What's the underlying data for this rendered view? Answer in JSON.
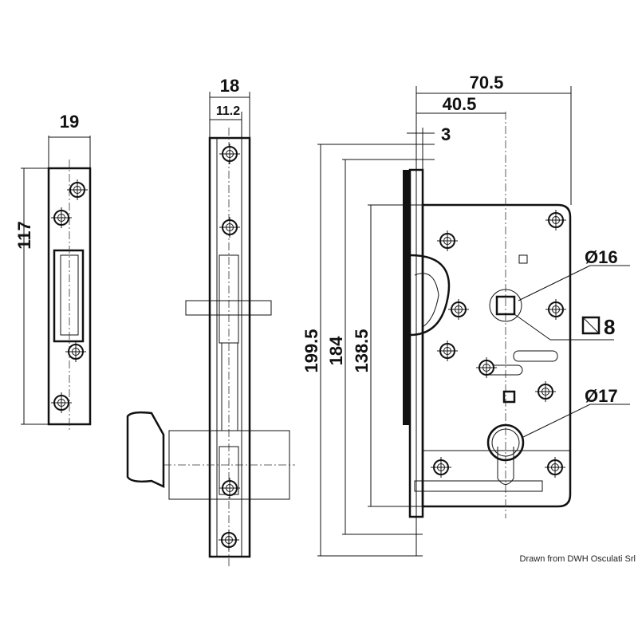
{
  "dimensions": {
    "strike_width": "19",
    "strike_height": "117",
    "faceplate_width": "18",
    "faceplate_inner": "11.2",
    "case_depth": "70.5",
    "backset": "40.5",
    "faceplate_thickness": "3",
    "total_height": "199.5",
    "faceplate_height": "184",
    "case_height": "138.5",
    "spindle_hole": "Ø16",
    "spindle_square": "8",
    "cylinder_hole": "Ø17"
  },
  "caption": "Drawn from DWH Osculati Srl"
}
